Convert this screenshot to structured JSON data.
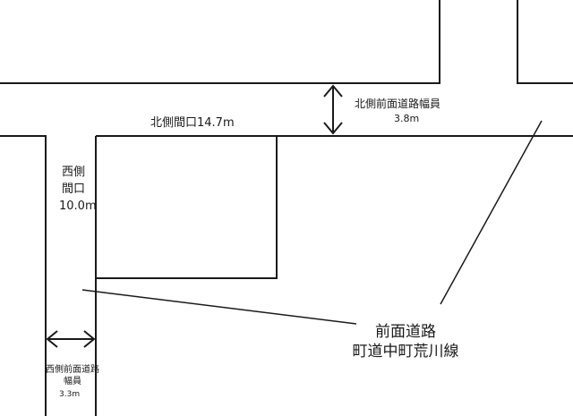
{
  "labels": {
    "north_frontage": "北側間口14.7m",
    "north_road_width_name": "北側前面道路幅員",
    "north_road_width_value": "3.8m",
    "west_frontage": "西側間口10.0m",
    "west_road_width_name": "西側前面道路幅員",
    "west_road_width_value": "3.3m",
    "front_road_line1": "前面道路",
    "front_road_line2": "町道中町荒川線"
  },
  "colors": {
    "line": "#1a1a1a",
    "background": "#ffffff"
  }
}
